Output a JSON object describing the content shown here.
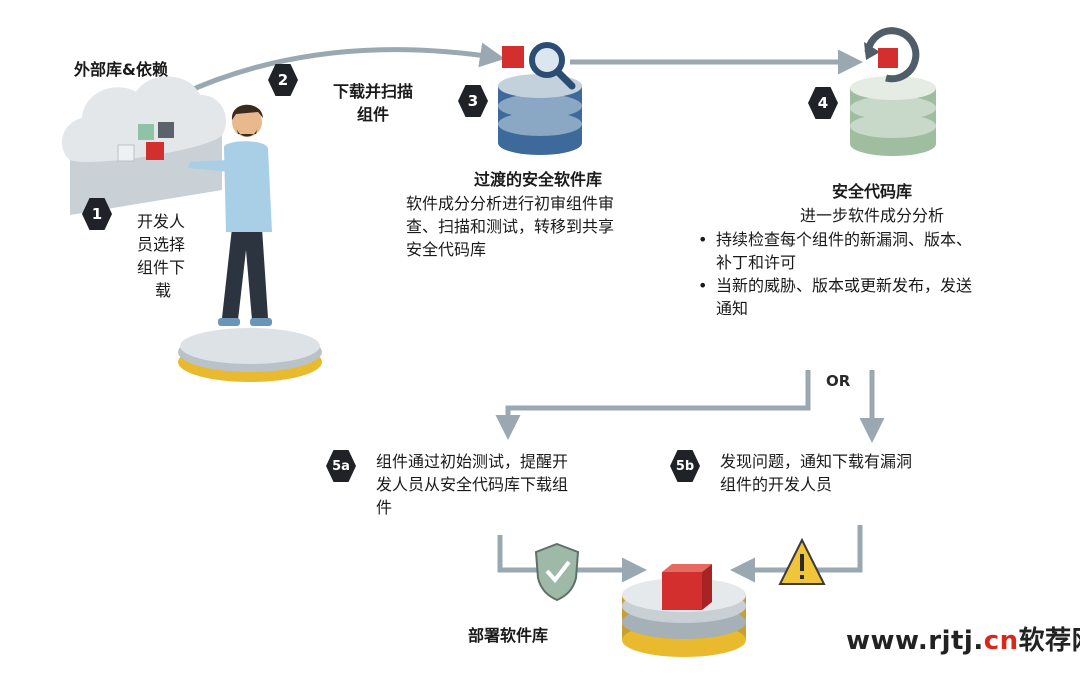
{
  "labels": {
    "external_libs": "外部库&依赖",
    "download_scan": [
      "下载并扫描",
      "组件"
    ],
    "developer_select": [
      "开发人",
      "员选择",
      "组件下",
      "载"
    ],
    "transition_repo_title": "过渡的安全软件库",
    "transition_repo_desc": [
      "软件成分分析进行初审组件审",
      "查、扫描和测试，转移到共享",
      "安全代码库"
    ],
    "secure_repo_title": "安全代码库",
    "secure_repo_subtitle": "进一步软件成分分析",
    "secure_repo_bullets": [
      [
        "持续检查每个组件的新漏洞、版本、",
        "补丁和许可"
      ],
      [
        "当新的威胁、版本或更新发布，发送",
        "通知"
      ]
    ],
    "or": "OR",
    "step5a_desc": [
      "组件通过初始测试，提醒开",
      "发人员从安全代码库下载组",
      "件"
    ],
    "step5b_desc": [
      "发现问题，通知下载有漏洞",
      "组件的开发人员"
    ],
    "deploy_repo": "部署软件库",
    "watermark_main": "www.rjtj.",
    "watermark_red": "cn",
    "watermark_tail": "软荐网"
  },
  "badges": [
    "1",
    "2",
    "3",
    "4",
    "5a",
    "5b"
  ],
  "colors": {
    "arrow": "#9aa9b1",
    "badge": "#1f2328",
    "cube_red": "#d32f2f",
    "db_blue": "#3d6a9a",
    "db_green": "#a8c7a8",
    "base_gold": "#e9b92e"
  },
  "icons": [
    "cloud-icon",
    "developer-figure",
    "magnifier-icon",
    "refresh-icon",
    "shield-check-icon",
    "warning-icon",
    "database-icon",
    "cube-icon"
  ]
}
